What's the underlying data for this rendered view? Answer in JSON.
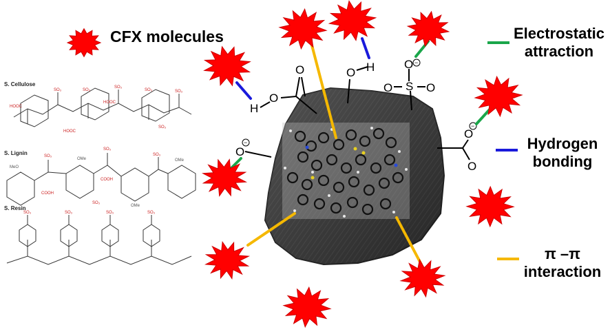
{
  "legend": {
    "cfx_label": "CFX molecules",
    "electrostatic_line1": "Electrostatic",
    "electrostatic_line2": "attraction",
    "hydrogen_line1": "Hydrogen",
    "hydrogen_line2": "bonding",
    "pi_line1": "π –π",
    "pi_line2": "interaction"
  },
  "structures": {
    "cellulose": "S. Cellulose",
    "lignin": "S. Lignin",
    "resin": "S. Resin"
  },
  "groups": {
    "oh_h": "H",
    "oh_o": "O",
    "cooh_o1": "O",
    "cooh_o2": "O",
    "cooh_h": "H",
    "sulfo_s": "S",
    "sulfo_o_top": "O",
    "sulfo_o_left": "O",
    "sulfo_o_right": "O",
    "carboxylate_o1": "O",
    "carboxylate_o2": "O",
    "phenolate_o": "O",
    "minus": "−"
  },
  "colors": {
    "cfx_red": "#ff0000",
    "electrostatic": "#1aa64a",
    "hydrogen": "#1a1adb",
    "pi": "#f5b800",
    "carbon": "#2f2f2f"
  }
}
